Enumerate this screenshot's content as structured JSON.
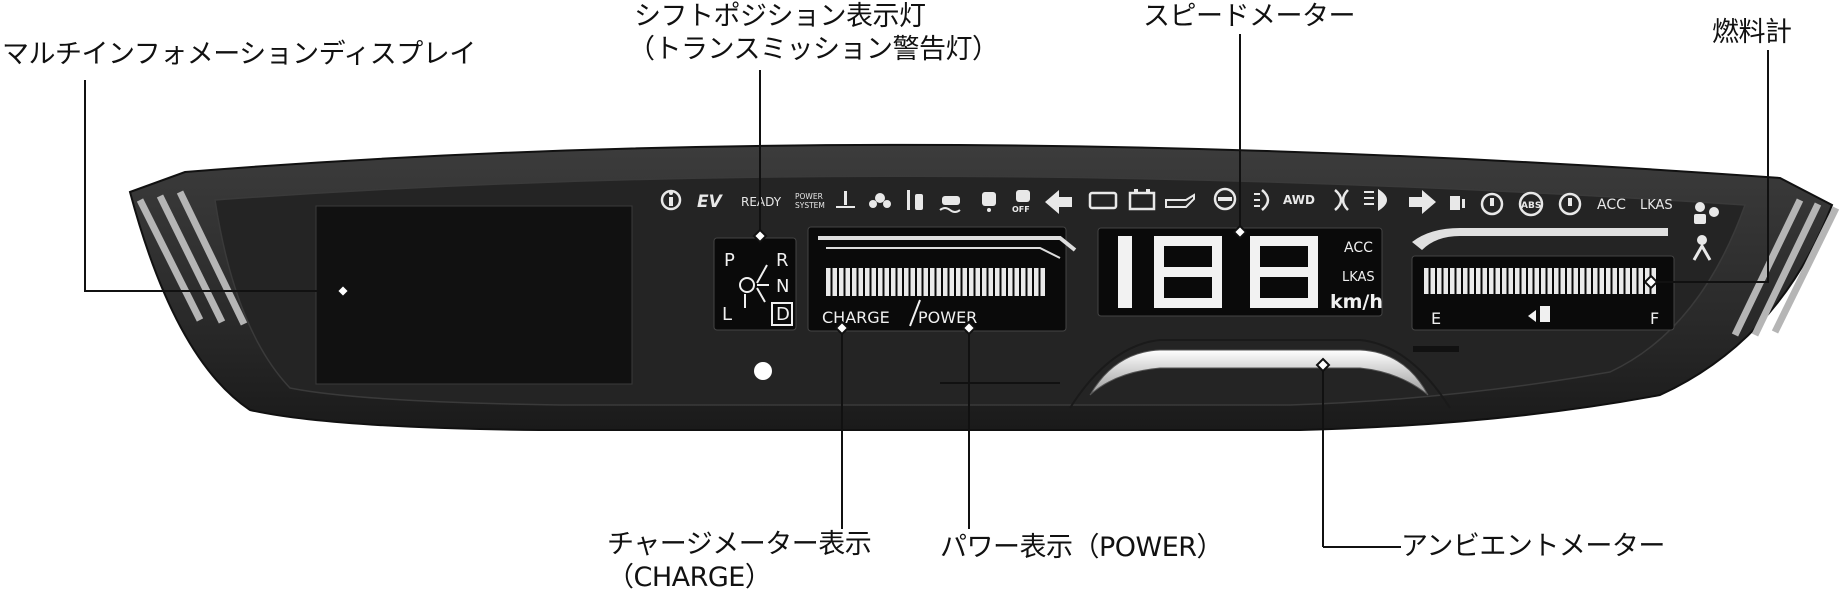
{
  "callouts": {
    "multi_info_display": "マルチインフォメーションディスプレイ",
    "shift_indicator_line1": "シフトポジション表示灯",
    "shift_indicator_line2": "（トランスミッション警告灯）",
    "speedometer": "スピードメーター",
    "fuel_gauge": "燃料計",
    "charge_display_line1": "チャージメーター表示",
    "charge_display_line2": "（CHARGE）",
    "power_display": "パワー表示（POWER）",
    "ambient_meter": "アンビエントメーター"
  },
  "cluster": {
    "indicators_left": [
      "READY"
    ],
    "ev_label": "EV",
    "power_system_line1": "POWER",
    "power_system_line2": "SYSTEM",
    "off_label": "OFF",
    "awd_label": "AWD",
    "abs_label": "ABS",
    "acc_label": "ACC",
    "lkas_label": "LKAS",
    "shift": {
      "p": "P",
      "r": "R",
      "n": "N",
      "d": "D",
      "l": "L"
    },
    "charge_label": "CHARGE",
    "power_label": "POWER",
    "speed_digits": "188",
    "speed_acc": "ACC",
    "speed_lkas": "LKAS",
    "speed_unit": "km/h",
    "fuel_empty": "E",
    "fuel_full": "F"
  },
  "colors": {
    "bezel": "#2f2f2f",
    "screen": "#0a0a0a",
    "line": "#111111"
  }
}
